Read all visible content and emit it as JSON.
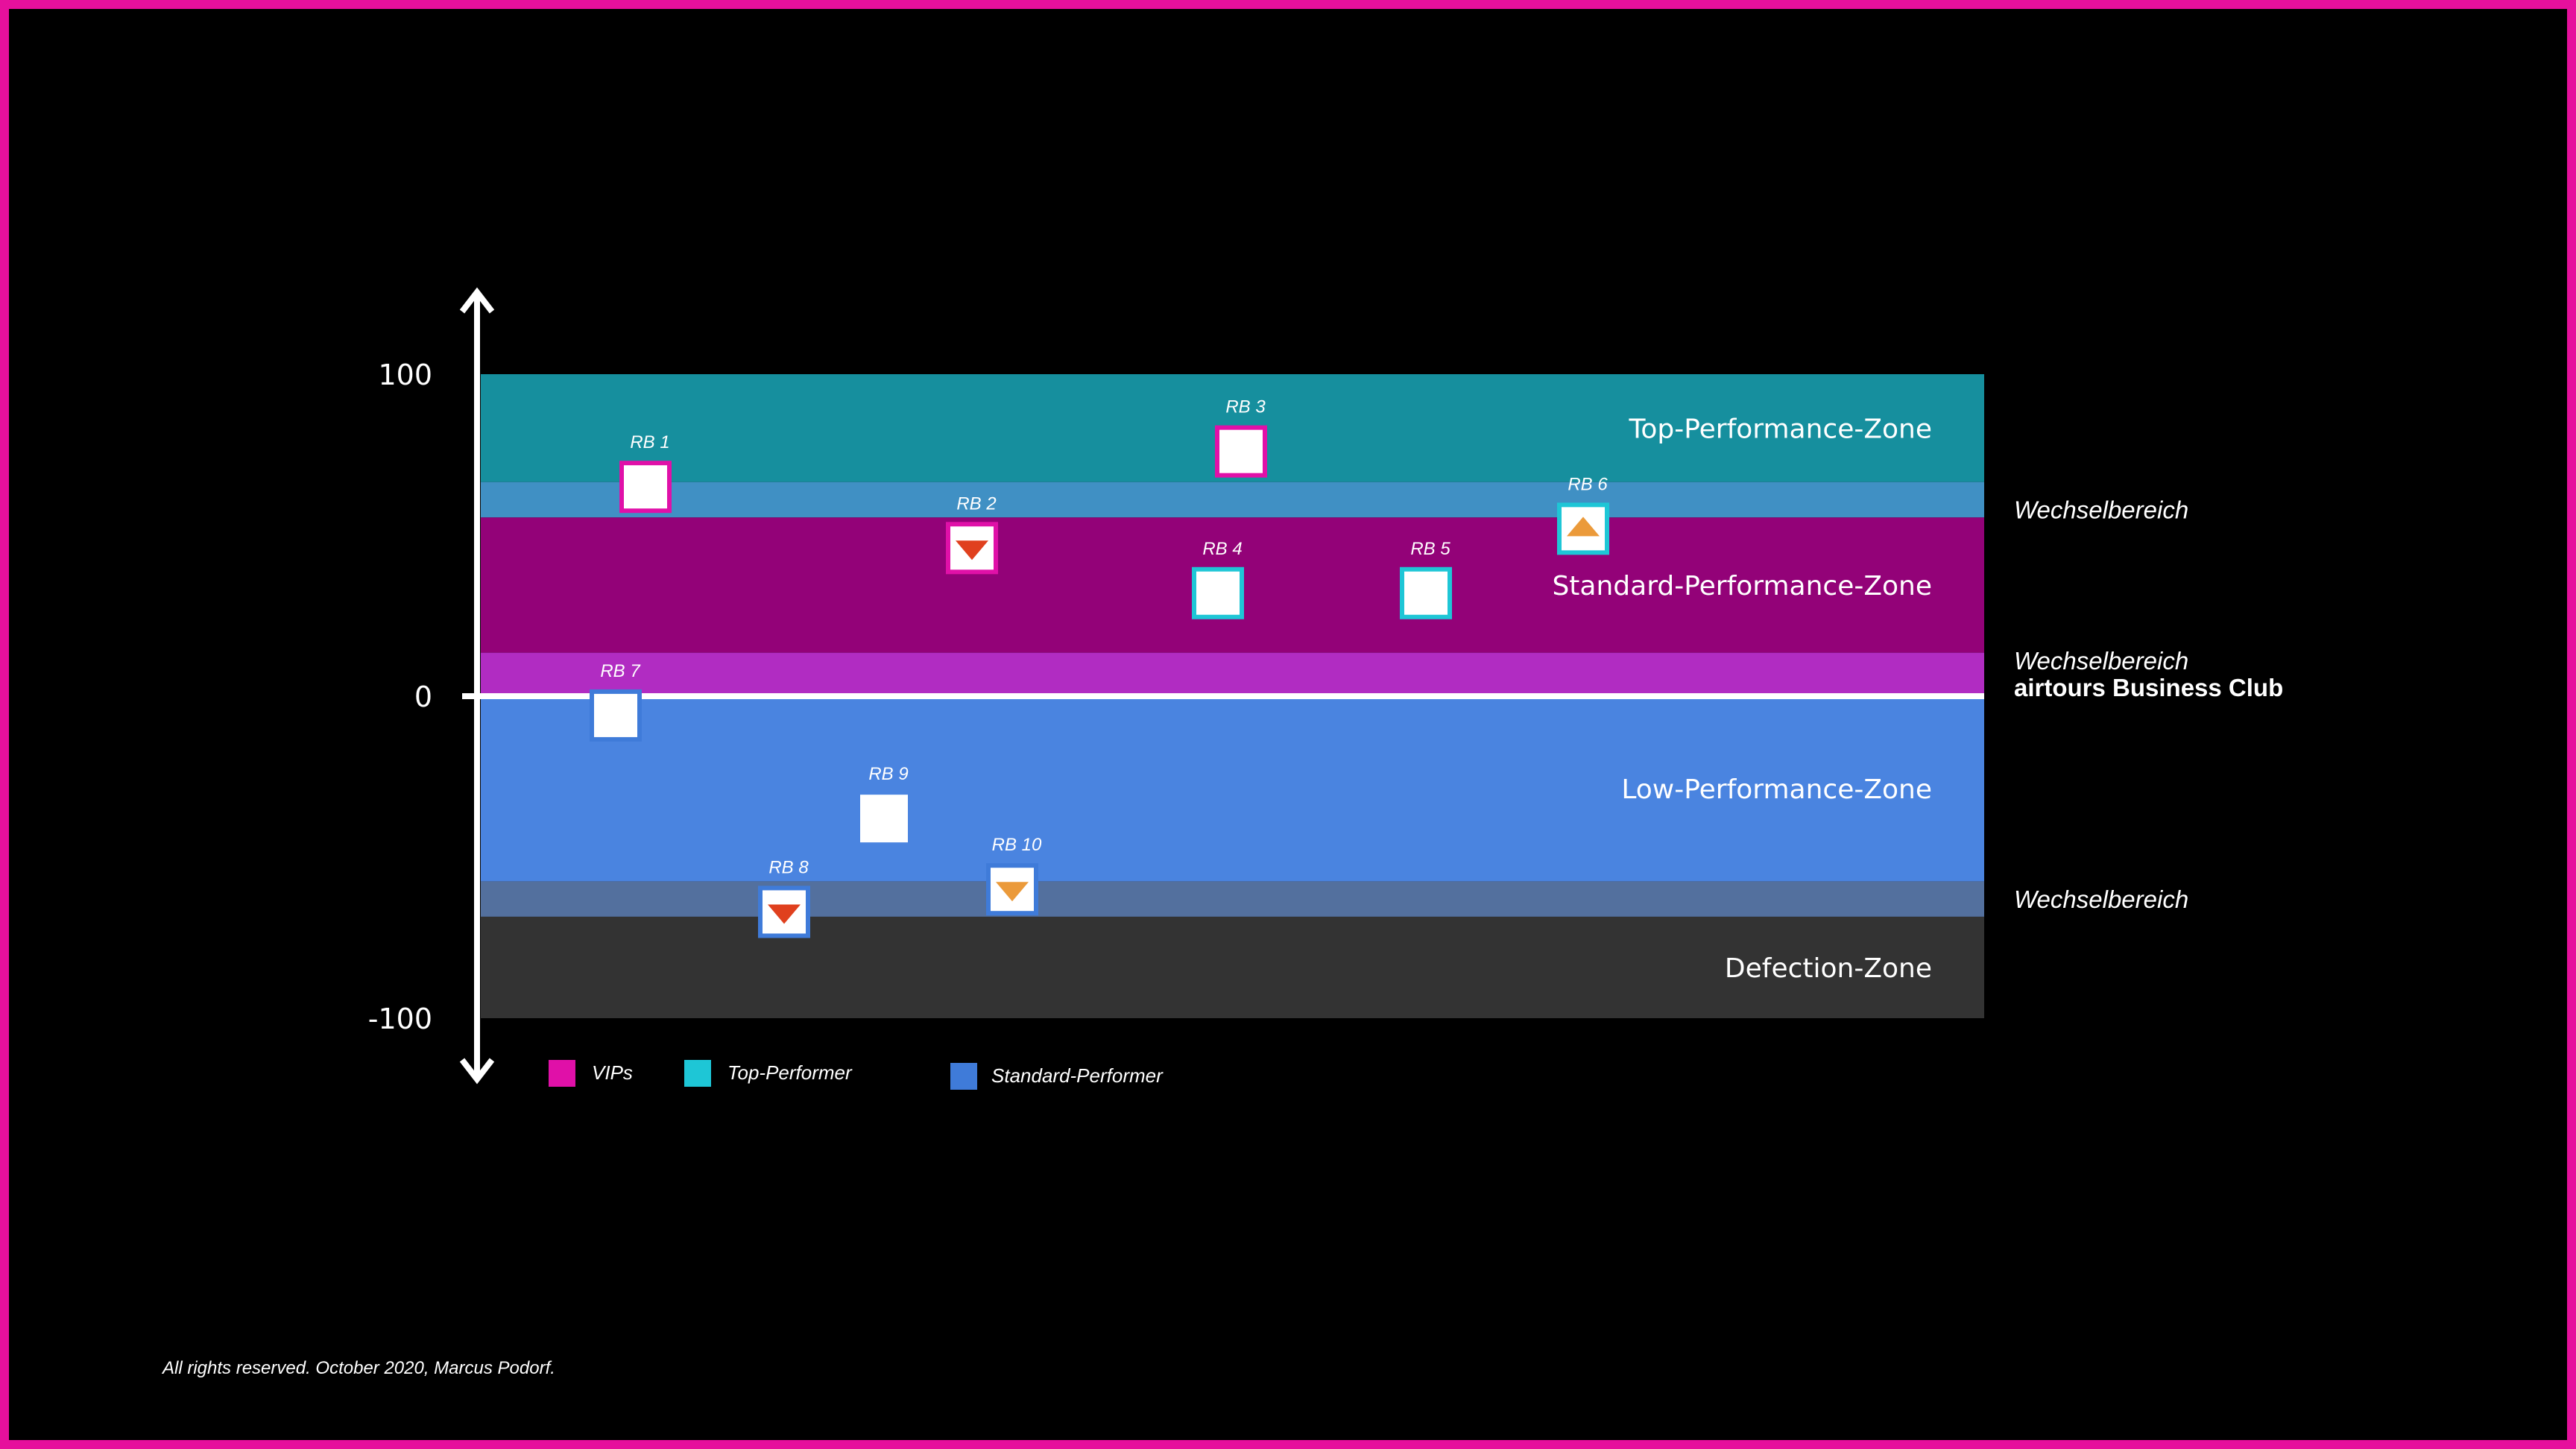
{
  "chart_data": {
    "type": "scatter",
    "title": "",
    "xlabel": "",
    "ylabel": "",
    "ylim": [
      -100,
      100
    ],
    "y_ticks": [
      {
        "value": 100,
        "label": "100"
      },
      {
        "value": 0,
        "label": "0"
      },
      {
        "value": -100,
        "label": "-100"
      }
    ],
    "zones": [
      {
        "name": "Top-Performance-Zone",
        "from": 66.5,
        "to": 100,
        "color": "#168f9e"
      },
      {
        "name": "",
        "from": 55.5,
        "to": 66.5,
        "color": "#4090c4"
      },
      {
        "name": "Standard-Performance-Zone",
        "from": 13.5,
        "to": 55.5,
        "color": "#930278"
      },
      {
        "name": "",
        "from": 0,
        "to": 13.5,
        "color": "#b12cc2"
      },
      {
        "name": "Low-Performance-Zone",
        "from": -57.5,
        "to": 0,
        "color": "#4a84e0"
      },
      {
        "name": "",
        "from": -68.5,
        "to": -57.5,
        "color": "#53709e"
      },
      {
        "name": "Defection-Zone",
        "from": -100,
        "to": -68.5,
        "color": "#333333"
      }
    ],
    "transition_labels": [
      {
        "value": 58,
        "lines": [
          "Wechselbereich"
        ]
      },
      {
        "value": 7,
        "lines": [
          "Wechselbereich",
          "airtours Business Club"
        ]
      },
      {
        "value": -63,
        "lines": [
          "Wechselbereich"
        ]
      }
    ],
    "points": [
      {
        "label": "RB 1",
        "x": 1,
        "y": 65,
        "group": "VIPs",
        "marker": "none"
      },
      {
        "label": "RB 2",
        "x": 2,
        "y": 46,
        "group": "VIPs",
        "marker": "down-red"
      },
      {
        "label": "RB 3",
        "x": 3,
        "y": 76,
        "group": "VIPs",
        "marker": "none"
      },
      {
        "label": "RB 4",
        "x": 4,
        "y": 32,
        "group": "Top-Performer",
        "marker": "none"
      },
      {
        "label": "RB 5",
        "x": 5,
        "y": 32,
        "group": "Top-Performer",
        "marker": "none"
      },
      {
        "label": "RB 6",
        "x": 6,
        "y": 52,
        "group": "Top-Performer",
        "marker": "up-orange"
      },
      {
        "label": "RB 7",
        "x": 7,
        "y": -6,
        "group": "Standard-Performer",
        "marker": "none"
      },
      {
        "label": "RB 8",
        "x": 8,
        "y": -67,
        "group": "Standard-Performer",
        "marker": "down-red"
      },
      {
        "label": "RB 9",
        "x": 9,
        "y": -38,
        "group": "none",
        "marker": "none"
      },
      {
        "label": "RB 10",
        "x": 10,
        "y": -60,
        "group": "Standard-Performer",
        "marker": "down-orange"
      }
    ],
    "legend": [
      {
        "name": "VIPs",
        "color": "#e010a8"
      },
      {
        "name": "Top-Performer",
        "color": "#1ec6d6"
      },
      {
        "name": "Standard-Performer",
        "color": "#3f7bd9"
      }
    ],
    "colors": {
      "marker_red": "#e0401e",
      "marker_orange": "#eb9a3a"
    }
  },
  "footer": {
    "copyright": "All rights reserved. October 2020, Marcus Podorf."
  }
}
